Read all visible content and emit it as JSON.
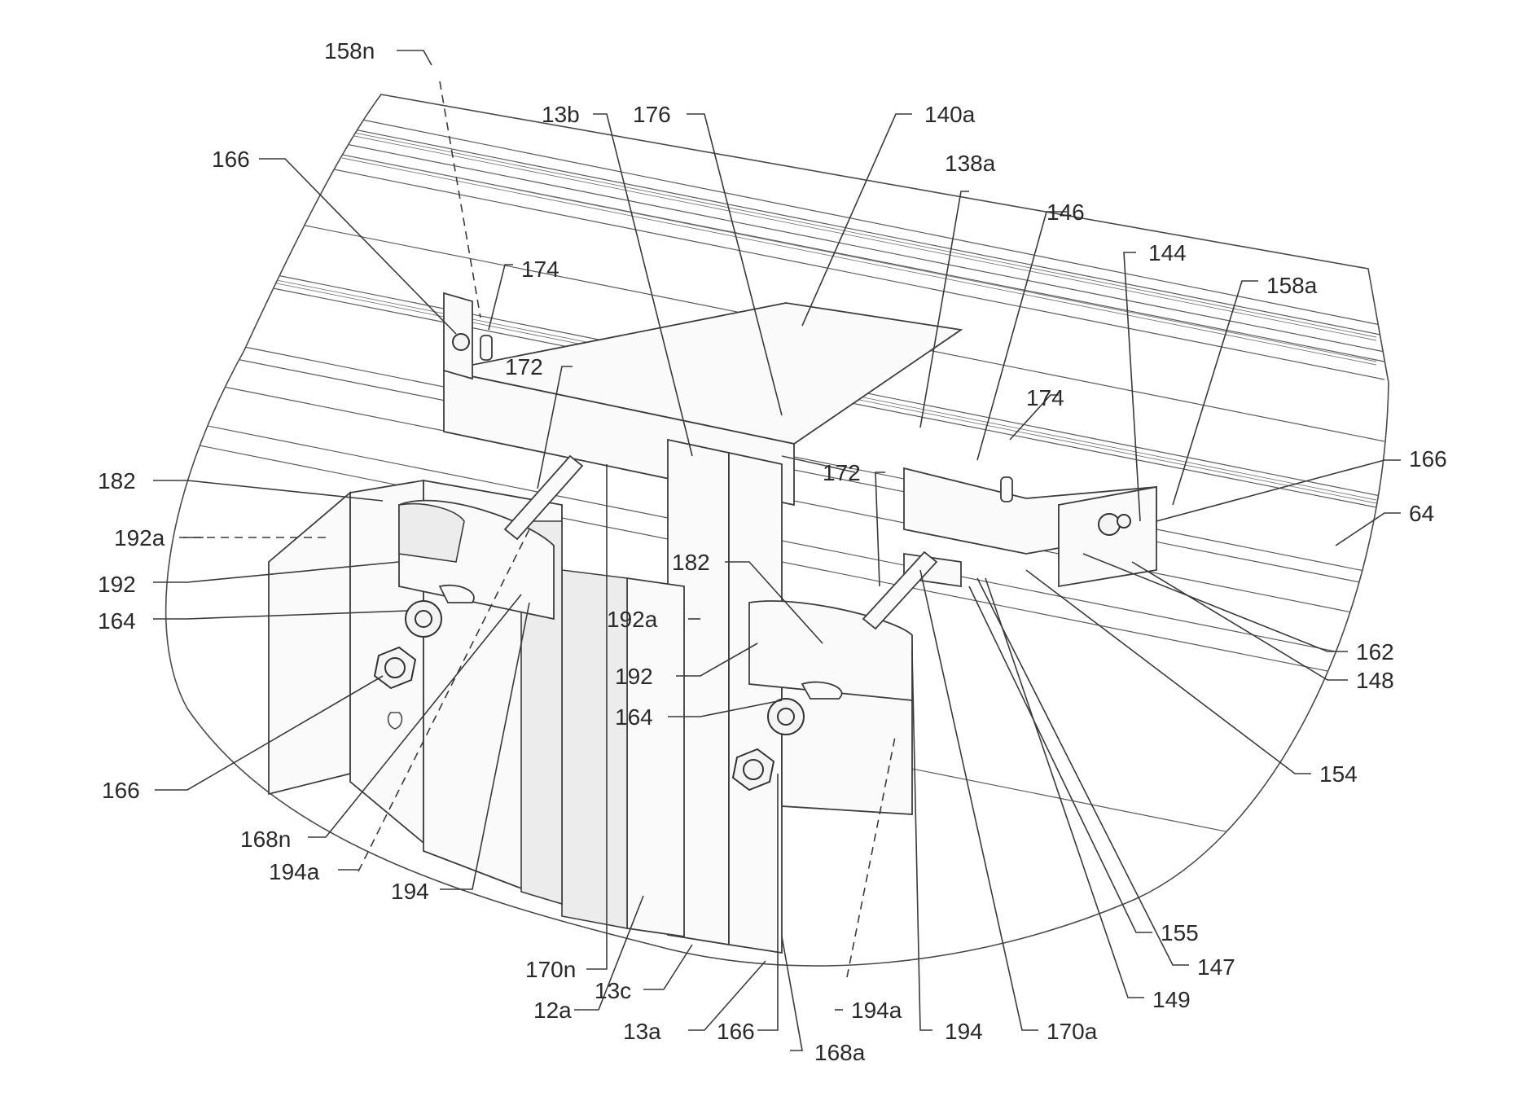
{
  "labels": {
    "l158n": "158n",
    "l13b": "13b",
    "l176": "176",
    "l140a": "140a",
    "l138a": "138a",
    "l166_top": "166",
    "l146": "146",
    "l174_left": "174",
    "l144": "144",
    "l158a": "158a",
    "l172_left": "172",
    "l174_right": "174",
    "l172_right": "172",
    "l166_right": "166",
    "l64": "64",
    "l182_left": "182",
    "l192a_left": "192a",
    "l192_left": "192",
    "l164_left": "164",
    "l182_mid": "182",
    "l192a_mid": "192a",
    "l192_mid": "192",
    "l164_mid": "164",
    "l162": "162",
    "l148": "148",
    "l154": "154",
    "l166_left": "166",
    "l168n": "168n",
    "l194a_left": "194a",
    "l194_left": "194",
    "l155": "155",
    "l147": "147",
    "l149": "149",
    "l170n": "170n",
    "l12a": "12a",
    "l13c": "13c",
    "l13a": "13a",
    "l166_bottom": "166",
    "l168a": "168a",
    "l194a_bottom": "194a",
    "l194_bottom": "194",
    "l170a": "170a"
  }
}
